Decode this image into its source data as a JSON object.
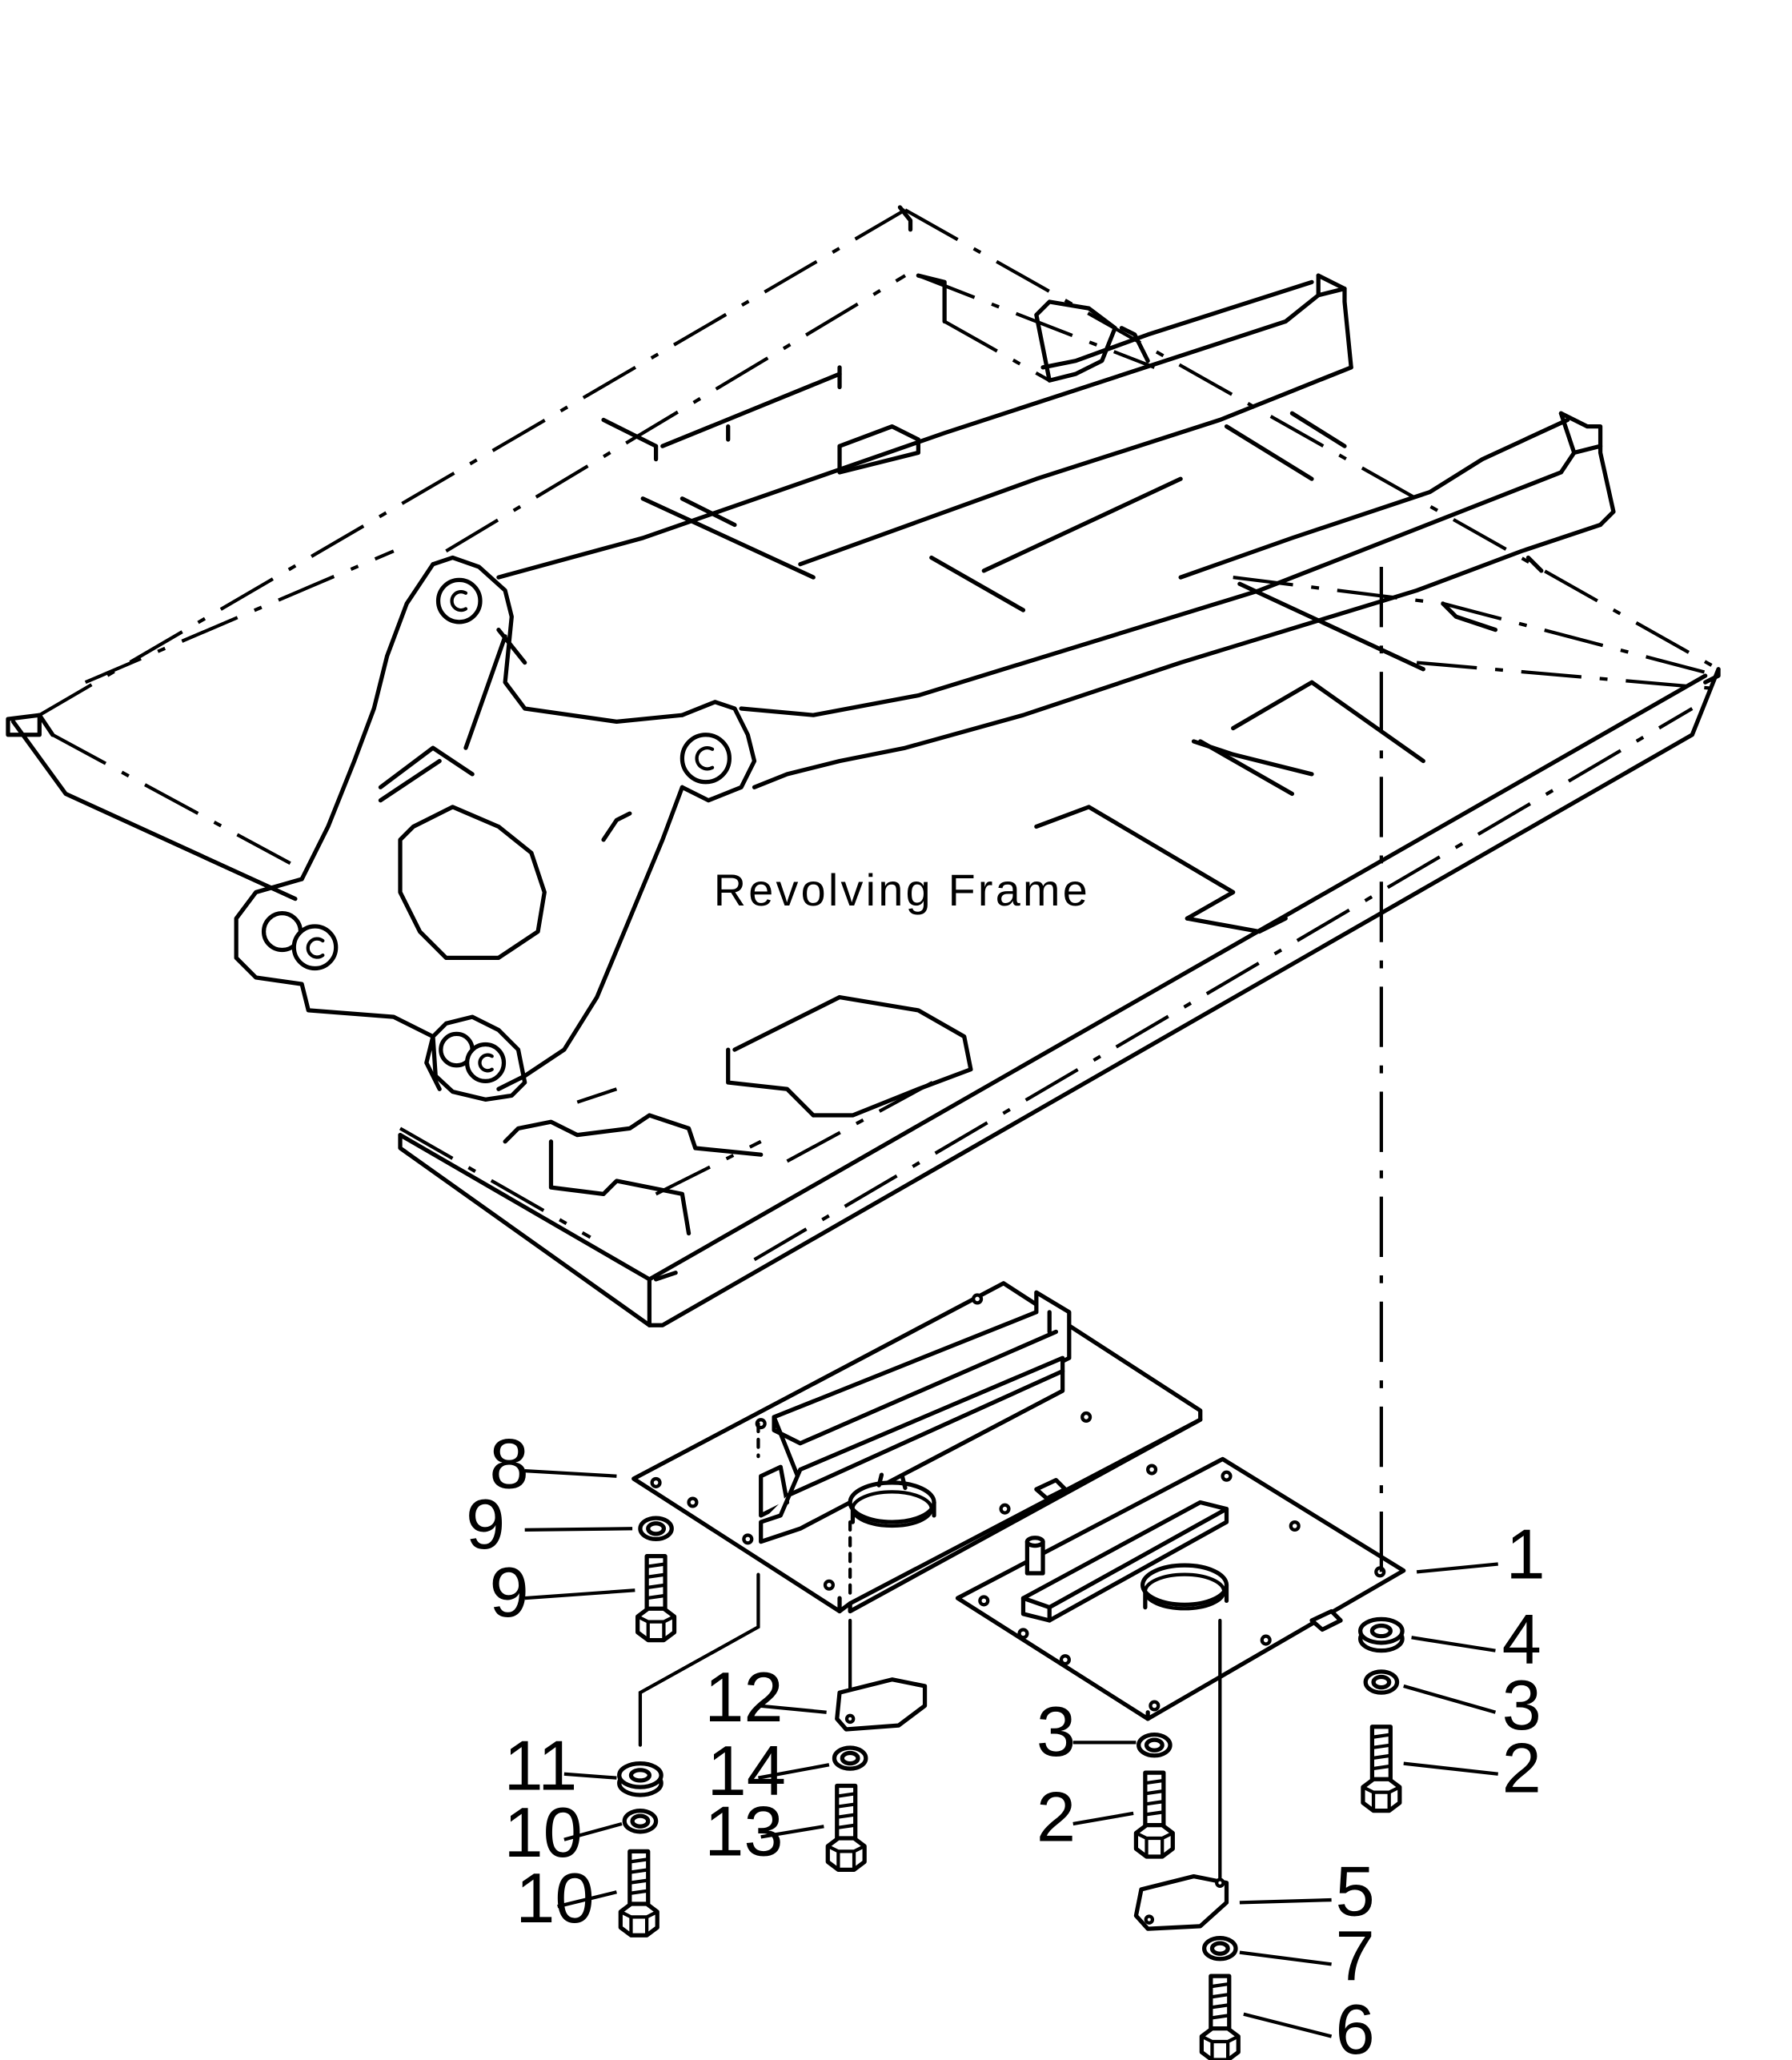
{
  "diagram": {
    "frame_label": "Revolving  Frame",
    "callouts": [
      {
        "id": "1",
        "text": "1"
      },
      {
        "id": "2a",
        "text": "2"
      },
      {
        "id": "2b",
        "text": "2"
      },
      {
        "id": "3a",
        "text": "3"
      },
      {
        "id": "3b",
        "text": "3"
      },
      {
        "id": "4",
        "text": "4"
      },
      {
        "id": "5",
        "text": "5"
      },
      {
        "id": "6",
        "text": "6"
      },
      {
        "id": "7",
        "text": "7"
      },
      {
        "id": "8",
        "text": "8"
      },
      {
        "id": "9a",
        "text": "9"
      },
      {
        "id": "9b",
        "text": "9"
      },
      {
        "id": "10a",
        "text": "10"
      },
      {
        "id": "10b",
        "text": "10"
      },
      {
        "id": "11",
        "text": "11"
      },
      {
        "id": "12",
        "text": "12"
      },
      {
        "id": "13",
        "text": "13"
      },
      {
        "id": "14",
        "text": "14"
      }
    ]
  }
}
